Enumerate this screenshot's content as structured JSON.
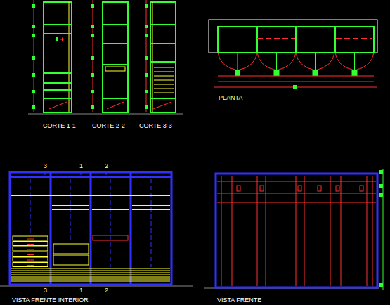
{
  "diagram": {
    "labels": [
      "CORTE 1-1",
      "CORTE 2-2",
      "CORTE 3-3",
      "PLANTA",
      "3",
      "1",
      "2",
      "3",
      "1",
      "2",
      "VISTA FRENTE INTERIOR",
      "VISTA FRENTE"
    ]
  }
}
